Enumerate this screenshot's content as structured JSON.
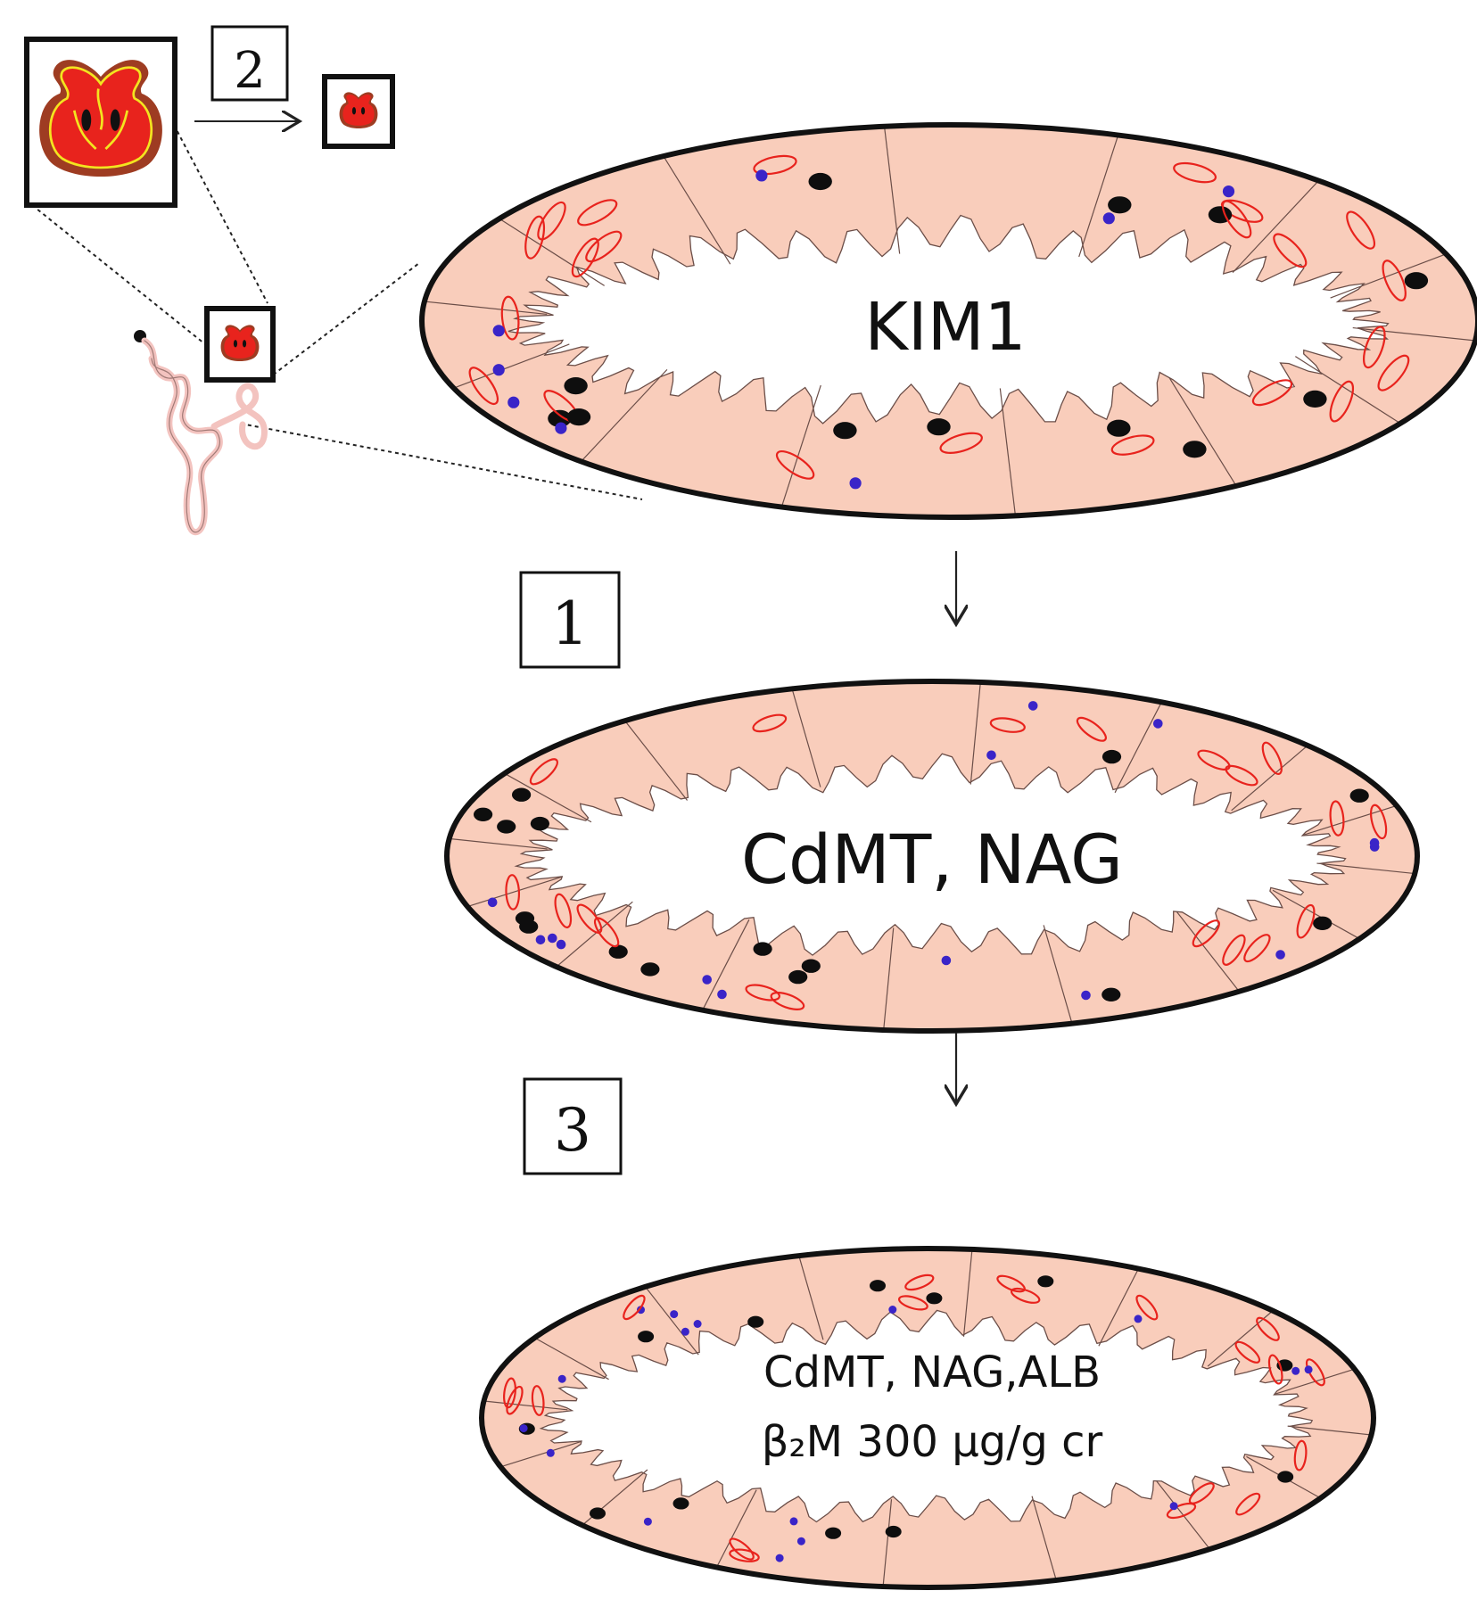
{
  "steps": {
    "one": "1",
    "two": "2",
    "three": "3"
  },
  "tubules": {
    "top": {
      "label": "KIM1"
    },
    "middle": {
      "label": "CdMT, NAG"
    },
    "bottom": {
      "line1": "CdMT, NAG,ALB",
      "line2": "β₂M 300 μg/g cr"
    }
  },
  "colors": {
    "cell_fill": "#f9cdbb",
    "outline": "#111111",
    "mitochondria": "#e8231d",
    "vesicles": "#3a24c8",
    "nuclei": "#0e0e0e",
    "nephron": "#f3c3bf",
    "mito_inner": "#f3e51f",
    "mito_matrix": "#9e3c22"
  },
  "icons": {
    "mitochondrion": "mitochondrion-icon",
    "nephron": "nephron-icon"
  }
}
